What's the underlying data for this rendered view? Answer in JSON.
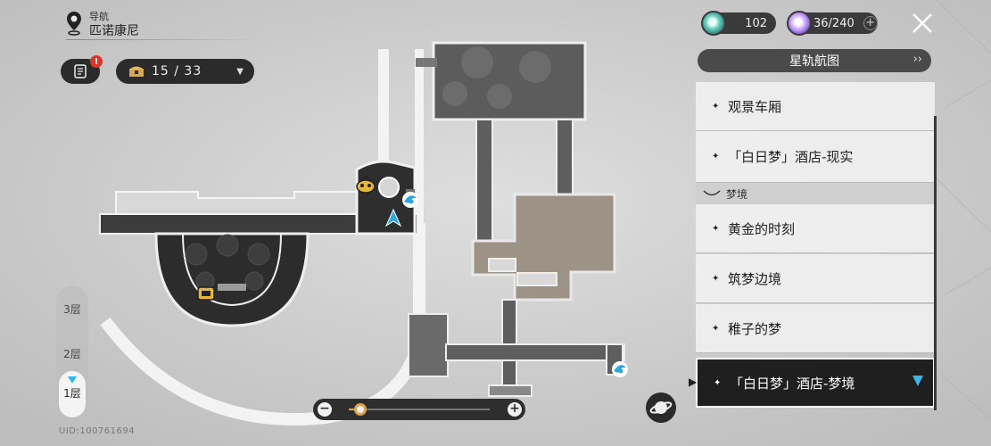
{
  "nav": {
    "title": "导航",
    "location": "匹诺康尼"
  },
  "chest": {
    "count": "15 / 33"
  },
  "task_badge": "!",
  "resources": {
    "fuel": "102",
    "power": "36/240",
    "plus": "+"
  },
  "route": {
    "header": "星轨航图",
    "header_arrow": "›"
  },
  "locations": [
    {
      "label": "观景车厢"
    },
    {
      "label": "「白日梦」酒店-现实"
    },
    {
      "label": "黄金的时刻"
    },
    {
      "label": "筑梦边境"
    },
    {
      "label": "稚子的梦"
    },
    {
      "label": "「白日梦」酒店-梦境"
    }
  ],
  "section": {
    "label": "梦境"
  },
  "floors": [
    {
      "label": "3层"
    },
    {
      "label": "2层"
    },
    {
      "label": "1层"
    }
  ],
  "zoom": {
    "minus": "−",
    "plus": "+",
    "level": 0.04
  },
  "uid": "UID:100761694",
  "colors": {
    "accent": "#35b7e8",
    "zoom_accent": "#e0a24a",
    "panel_active": "#1f1f1f"
  },
  "icons": [
    "location-pin-icon",
    "task-icon",
    "chest-icon",
    "close-icon",
    "planet-icon",
    "teleport-anchor-icon",
    "player-marker-icon",
    "merchant-npc-icon",
    "tv-icon"
  ]
}
